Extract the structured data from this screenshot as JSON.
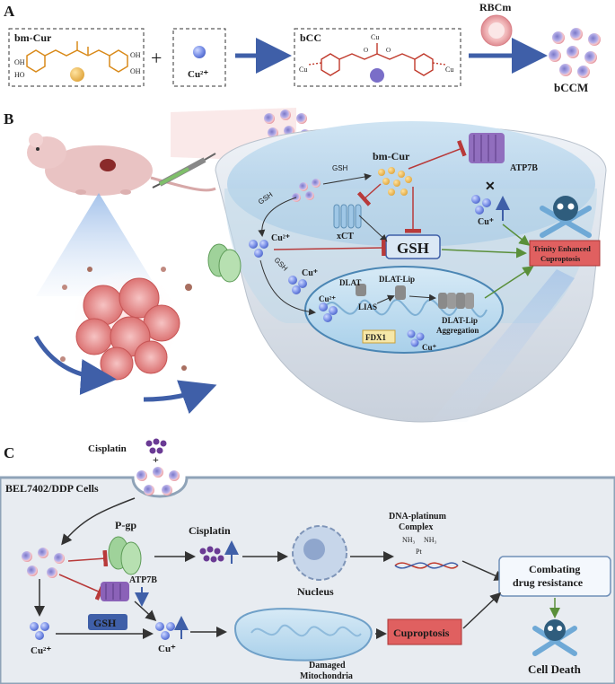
{
  "panels": {
    "a_letter": "A",
    "b_letter": "B",
    "c_letter": "C"
  },
  "panel_a": {
    "bm_cur_label": "bm-Cur",
    "cu2_label": "Cu²⁺",
    "bcc_label": "bCC",
    "rbcm_label": "RBCm",
    "bccm_label": "bCCM",
    "oh_top": "OH",
    "oh_bottom": "HO",
    "oh_right_top": "OH",
    "oh_right_bottom": "OH",
    "o_left": "O",
    "o_right": "O",
    "cu_top": "Cu",
    "cu_left": "Cu",
    "cu_right": "Cu"
  },
  "panel_b": {
    "bm_cur": "bm-Cur",
    "gsh_small_1": "GSH",
    "gsh_small_2": "GSH",
    "gsh_small_3": "GSH",
    "cu2": "Cu²⁺",
    "cu_plus_1": "Cu⁺",
    "cu_plus_2": "Cu⁺",
    "cu_plus_3": "Cu⁺",
    "cu2_mito": "Cu²⁺",
    "xct": "xCT",
    "gsh_big": "GSH",
    "atp7b": "ATP7B",
    "dlat": "DLAT",
    "lias": "LIAS",
    "dlat_lip": "DLAT-Lip",
    "fdx1": "FDX1",
    "dlat_lip_agg_1": "DLAT-Lip",
    "dlat_lip_agg_2": "Aggregation",
    "trinity_1": "Trinity Enhanced",
    "trinity_2": "Cuproptosis"
  },
  "panel_c": {
    "cisplatin_top": "Cisplatin",
    "cell_line": "BEL7402/DDP Cells",
    "pgp": "P-gp",
    "cisplatin_mid": "Cisplatin",
    "dna_pt_1": "DNA-platinum",
    "dna_pt_2": "Complex",
    "nh3_a": "NH₃",
    "nh3_b": "NH₃",
    "pt": "Pt",
    "atp7b": "ATP7B",
    "nucleus": "Nucleus",
    "combating_1": "Combating",
    "combating_2": "drug resistance",
    "gsh": "GSH",
    "cu2": "Cu²⁺",
    "cu_plus": "Cu⁺",
    "cuproptosis": "Cuproptosis",
    "damaged_1": "Damaged",
    "damaged_2": "Mitochondria",
    "cell_death": "Cell Death"
  },
  "colors": {
    "copper_blue": "#6f86e0",
    "orange": "#d98a1a",
    "red_box": "#e06060",
    "green": "#8fc88a",
    "purple": "#7a4aa0",
    "arrow_blue": "#3f5fa8",
    "inhibit_red": "#b83a3a"
  }
}
